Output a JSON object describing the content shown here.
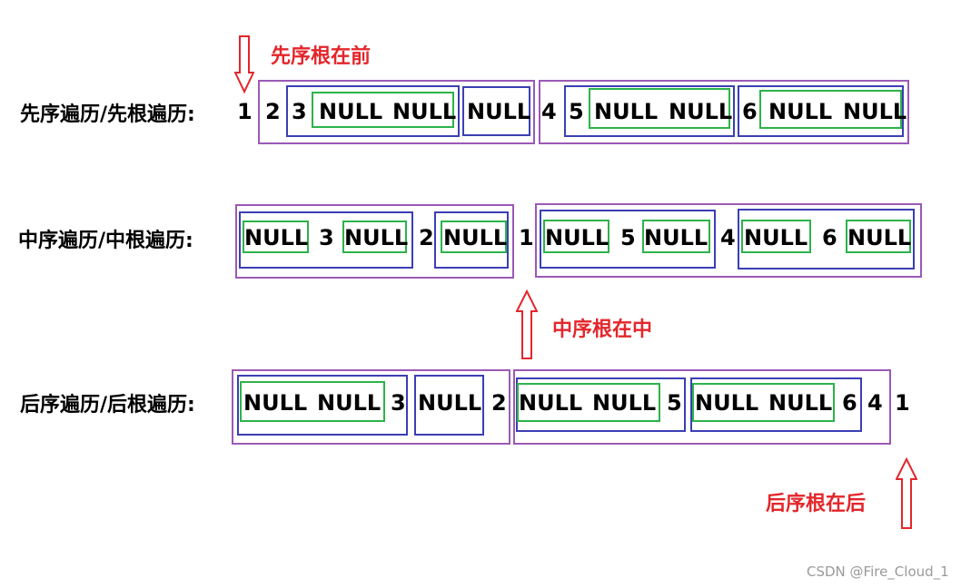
{
  "colors": {
    "annotation": "#e3262b",
    "outer_box": "#9b59b6",
    "subtree_box": "#3b3fb3",
    "leaf_box": "#2db34a"
  },
  "rows": {
    "preorder": {
      "label": "先序遍历/先根遍历:",
      "tokens": [
        "1",
        "2",
        "3",
        "NULL",
        "NULL",
        "NULL",
        "4",
        "5",
        "NULL",
        "NULL",
        "6",
        "NULL",
        "NULL"
      ]
    },
    "inorder": {
      "label": "中序遍历/中根遍历:",
      "tokens": [
        "NULL",
        "3",
        "NULL",
        "2",
        "NULL",
        "1",
        "NULL",
        "5",
        "NULL",
        "4",
        "NULL",
        "6",
        "NULL"
      ]
    },
    "postorder": {
      "label": "后序遍历/后根遍历:",
      "tokens": [
        "NULL",
        "NULL",
        "3",
        "NULL",
        "2",
        "NULL",
        "NULL",
        "5",
        "NULL",
        "NULL",
        "6",
        "4",
        "1"
      ]
    }
  },
  "annotations": {
    "pre": "先序根在前",
    "in": "中序根在中",
    "post": "后序根在后"
  },
  "watermark": "CSDN @Fire_Cloud_1"
}
